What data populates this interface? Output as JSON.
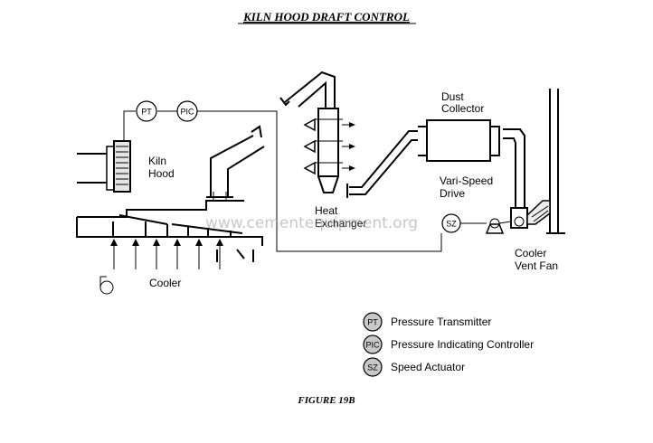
{
  "title": "KILN HOOD DRAFT CONTROL",
  "figure_caption": "FIGURE 19B",
  "watermark": "www.cementequipment.org",
  "instruments": {
    "pt": "PT",
    "pic": "PIC",
    "sz": "SZ"
  },
  "labels": {
    "kiln_hood_line1": "Kiln",
    "kiln_hood_line2": "Hood",
    "cooler": "Cooler",
    "heat_exchanger_line1": "Heat",
    "heat_exchanger_line2": "Exchanger",
    "dust_collector_line1": "Dust",
    "dust_collector_line2": "Collector",
    "vari_speed_line1": "Vari-Speed",
    "vari_speed_line2": "Drive",
    "cooler_vent_fan_line1": "Cooler",
    "cooler_vent_fan_line2": "Vent Fan"
  },
  "legend": [
    {
      "symbol": "PT",
      "text": "Pressure Transmitter"
    },
    {
      "symbol": "PIC",
      "text": "Pressure Indicating Controller"
    },
    {
      "symbol": "SZ",
      "text": "Speed Actuator"
    }
  ]
}
